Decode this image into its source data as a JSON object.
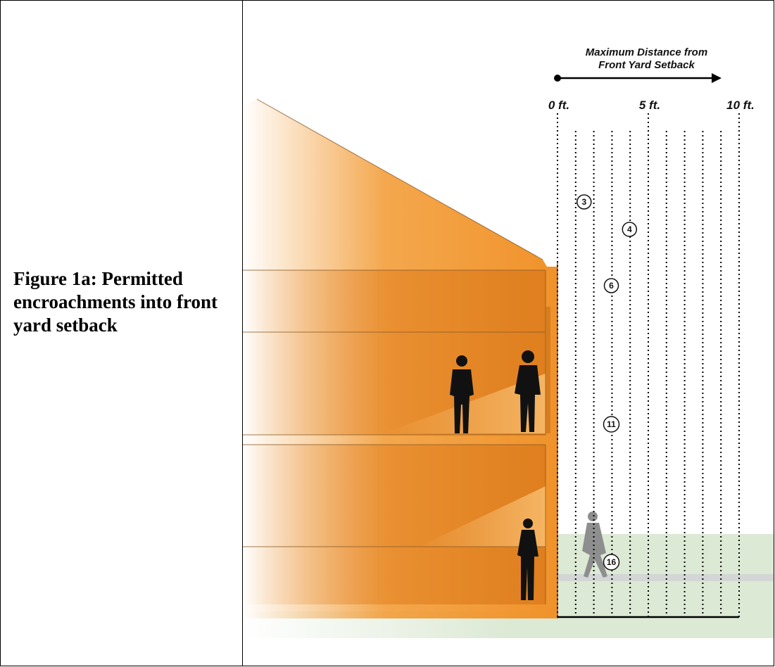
{
  "caption": "Figure 1a: Permitted encroachments into front yard setback",
  "direction_label": {
    "line1": "Maximum Distance from",
    "line2": "Front Yard Setback"
  },
  "scale": {
    "max_ft": 10,
    "divisions": 10,
    "ticks": [
      {
        "value": 0,
        "label": "0 ft."
      },
      {
        "value": 5,
        "label": "5 ft."
      },
      {
        "value": 10,
        "label": "10 ft."
      }
    ]
  },
  "callouts": [
    {
      "number": "3",
      "ft": 1
    },
    {
      "number": "4",
      "ft": 3.5
    },
    {
      "number": "6",
      "ft": 2.5
    },
    {
      "number": "11",
      "ft": 2.5
    },
    {
      "number": "16",
      "ft": 2.5
    }
  ],
  "colors": {
    "building": "#f2982e",
    "building_dark": "#d9801f",
    "ground": "#dce9d5",
    "line": "#000000"
  }
}
